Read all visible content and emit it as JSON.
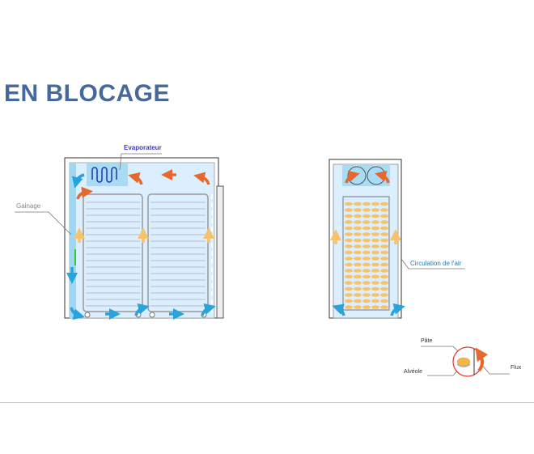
{
  "title": "EN BLOCAGE",
  "labels": {
    "evaporateur": "Evaporateur",
    "gainage": "Gainage",
    "circulation": "Circulation de l'air",
    "pate": "Pâte",
    "alveole": "Alvéole",
    "flux": "Flux"
  },
  "colors": {
    "title": "#47689c",
    "cold_air": "#29a3dc",
    "warm_air": "#e8672c",
    "rising_air": "#f6c26b",
    "interior": "#dcefff",
    "evaporator": "#a8dcf5"
  }
}
